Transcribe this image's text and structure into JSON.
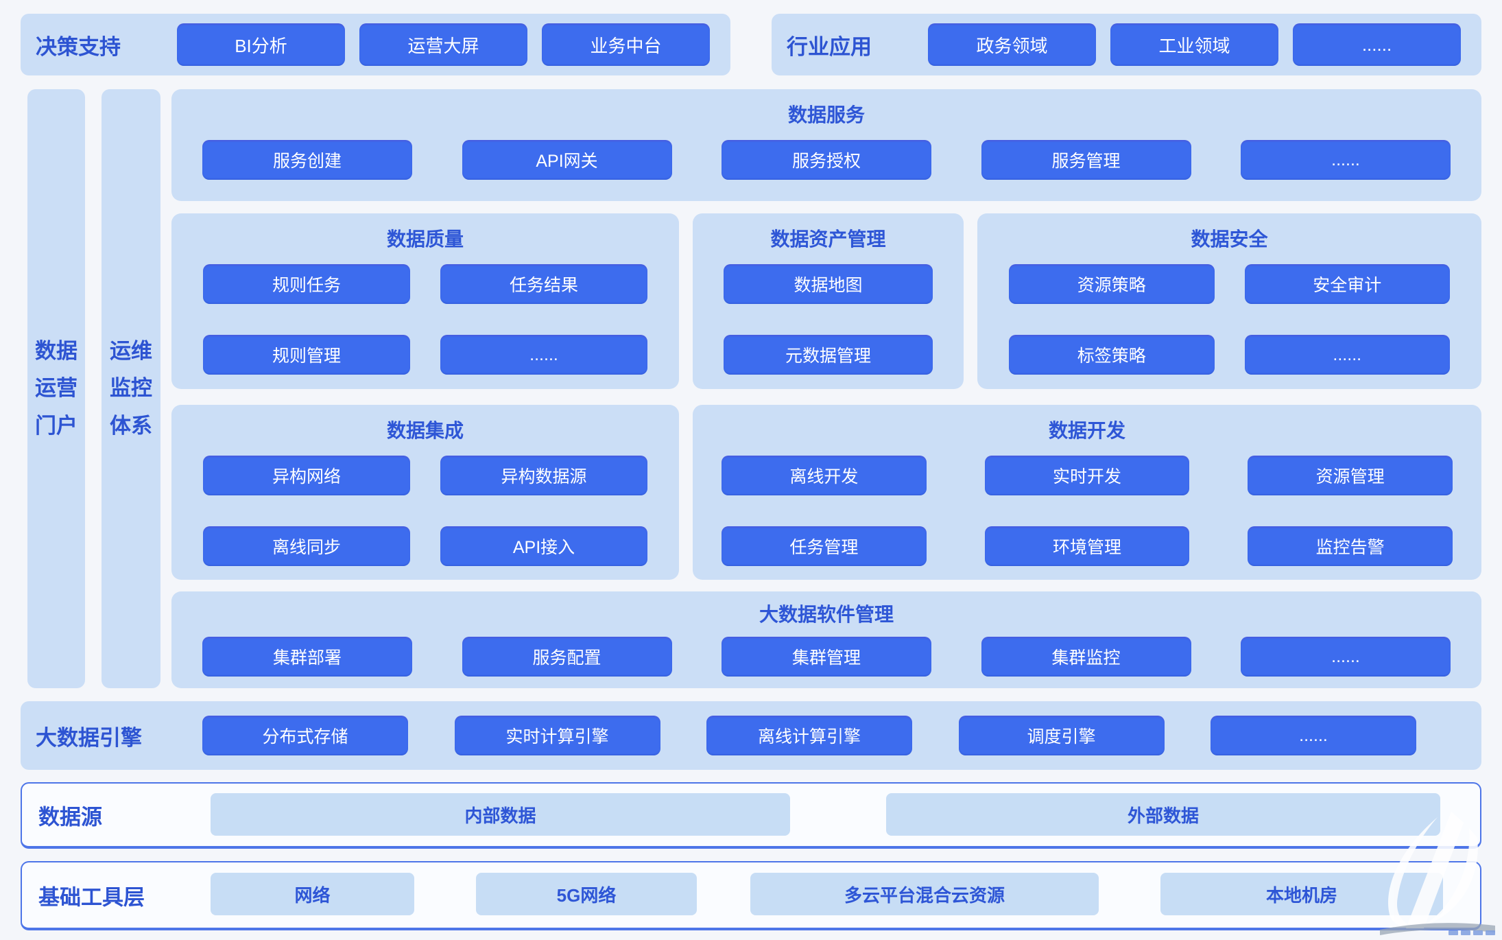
{
  "top_row": {
    "decision": {
      "label": "决策支持",
      "buttons": [
        "BI分析",
        "运营大屏",
        "业务中台"
      ]
    },
    "industry": {
      "label": "行业应用",
      "buttons": [
        "政务领域",
        "工业领域",
        "......"
      ]
    }
  },
  "side_bars": {
    "portal": "数据运营门户",
    "ops": "运维监控体系"
  },
  "sections": {
    "data_service": {
      "title": "数据服务",
      "buttons": [
        "服务创建",
        "API网关",
        "服务授权",
        "服务管理",
        "......"
      ]
    },
    "data_quality": {
      "title": "数据质量",
      "buttons": [
        "规则任务",
        "任务结果",
        "规则管理",
        "......"
      ]
    },
    "data_asset": {
      "title": "数据资产管理",
      "buttons": [
        "数据地图",
        "元数据管理"
      ]
    },
    "data_security": {
      "title": "数据安全",
      "buttons": [
        "资源策略",
        "安全审计",
        "标签策略",
        "......"
      ]
    },
    "data_integration": {
      "title": "数据集成",
      "buttons": [
        "异构网络",
        "异构数据源",
        "离线同步",
        "API接入"
      ]
    },
    "data_dev": {
      "title": "数据开发",
      "buttons": [
        "离线开发",
        "实时开发",
        "资源管理",
        "任务管理",
        "环境管理",
        "监控告警"
      ]
    },
    "bigdata_mgmt": {
      "title": "大数据软件管理",
      "buttons": [
        "集群部署",
        "服务配置",
        "集群管理",
        "集群监控",
        "......"
      ]
    }
  },
  "engine_row": {
    "label": "大数据引擎",
    "buttons": [
      "分布式存储",
      "实时计算引擎",
      "离线计算引擎",
      "调度引擎",
      "......"
    ]
  },
  "source_row": {
    "label": "数据源",
    "chips": [
      "内部数据",
      "外部数据"
    ]
  },
  "infra_row": {
    "label": "基础工具层",
    "chips": [
      "网络",
      "5G网络",
      "多云平台混合云资源",
      "本地机房"
    ]
  },
  "colors": {
    "panel_blue": "#cbdef6",
    "button_blue": "#3d6cee",
    "text_blue": "#2d54d2",
    "border_blue": "#4d75e8",
    "page_bg": "#f4f6fa"
  }
}
